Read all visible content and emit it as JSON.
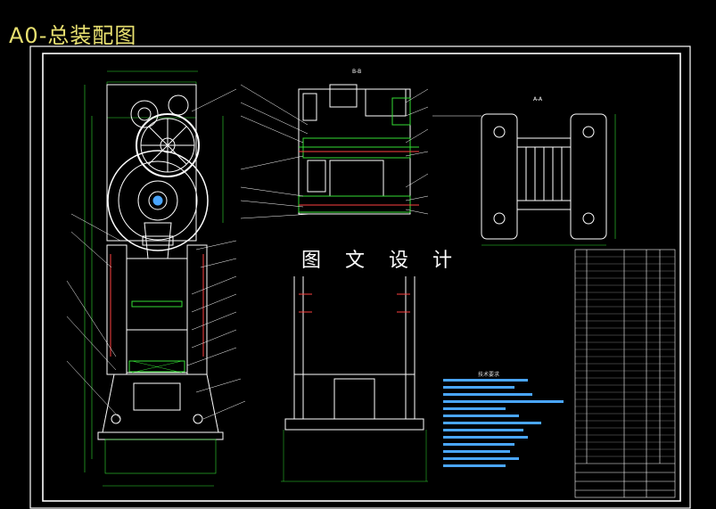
{
  "title": "A0-总装配图",
  "watermark": "图 文 设 计",
  "views": {
    "section_b": "B-B",
    "section_a": "A-A"
  },
  "tech_requirements_title": "技术要求",
  "colors": {
    "title": "#e8e070",
    "frame": "#ffffff",
    "dims": "#33dd33",
    "notes": "#4aa6ff",
    "accent": "#ff4040"
  }
}
